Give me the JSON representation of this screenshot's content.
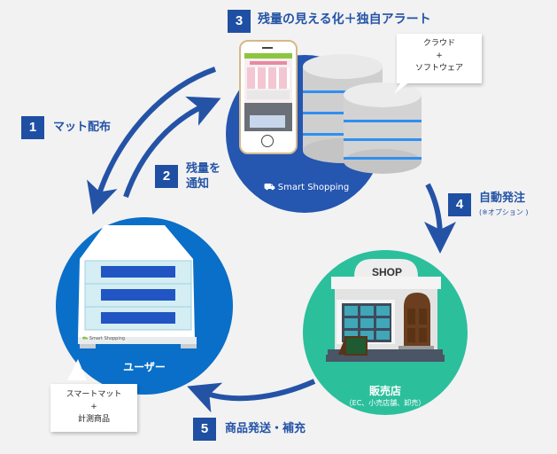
{
  "colors": {
    "background": "#f2f2f2",
    "step_badge": "#1f4fa3",
    "step_text": "#2453a6",
    "arrow": "#2453a6",
    "cloud_circle": "#2556b0",
    "user_circle": "#0a6fc8",
    "shop_circle": "#2cbf9c"
  },
  "steps": [
    {
      "number": "1",
      "label": "マット配布"
    },
    {
      "number": "2",
      "label_line1": "残量を",
      "label_line2": "通知"
    },
    {
      "number": "3",
      "label": "残量の見える化＋独自アラート"
    },
    {
      "number": "4",
      "label": "自動発注",
      "sublabel": "(※オプション )"
    },
    {
      "number": "5",
      "label": "商品発送・補充"
    }
  ],
  "cloud": {
    "callout_line1": "クラウド",
    "callout_line2": "+",
    "callout_line3": "ソフトウェア",
    "brand": "Smart Shopping"
  },
  "user": {
    "label": "ユーザー",
    "mat_brand": "Smart Shopping",
    "callout_line1": "スマートマット",
    "callout_line2": "+",
    "callout_line3": "計測商品"
  },
  "shop": {
    "sign": "SHOP",
    "label": "販売店",
    "sublabel": "（EC、小売店舗、卸売）"
  }
}
